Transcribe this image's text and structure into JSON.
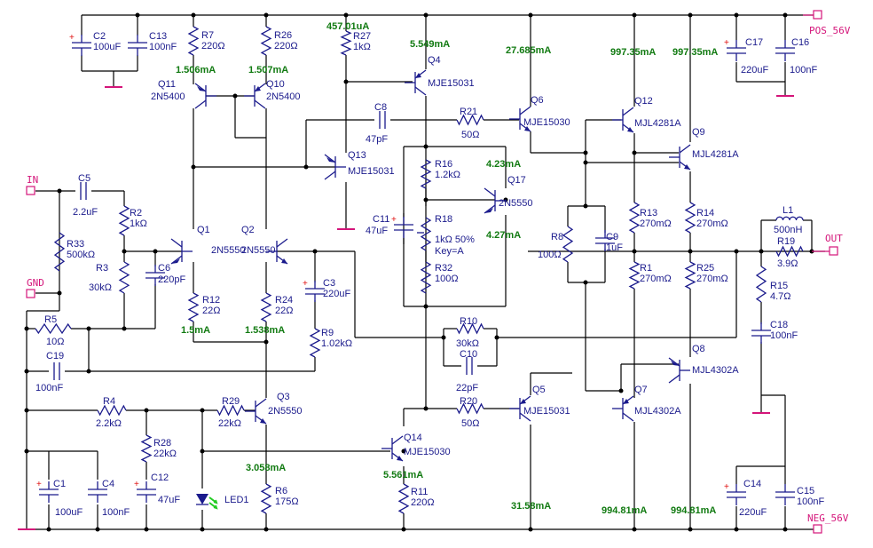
{
  "ports": {
    "pos": "POS_56V",
    "neg": "NEG_56V",
    "in": "IN",
    "gnd": "GND",
    "out": "OUT"
  },
  "components": [
    {
      "ref": "C2",
      "value": "100uF",
      "kind": "cap-pol"
    },
    {
      "ref": "C13",
      "value": "100nF",
      "kind": "cap"
    },
    {
      "ref": "R7",
      "value": "220Ω",
      "kind": "res"
    },
    {
      "ref": "R26",
      "value": "220Ω",
      "kind": "res"
    },
    {
      "ref": "R27",
      "value": "1kΩ",
      "kind": "res"
    },
    {
      "ref": "Q4",
      "value": "MJE15031",
      "kind": "pnp"
    },
    {
      "ref": "Q11",
      "value": "2N5400",
      "kind": "pnp"
    },
    {
      "ref": "Q10",
      "value": "2N5400",
      "kind": "pnp"
    },
    {
      "ref": "C8",
      "value": "47pF",
      "kind": "cap"
    },
    {
      "ref": "R21",
      "value": "50Ω",
      "kind": "res"
    },
    {
      "ref": "Q6",
      "value": "MJE15030",
      "kind": "npn"
    },
    {
      "ref": "Q12",
      "value": "MJL4281A",
      "kind": "npn"
    },
    {
      "ref": "Q9",
      "value": "MJL4281A",
      "kind": "npn"
    },
    {
      "ref": "C17",
      "value": "220uF",
      "kind": "cap-pol"
    },
    {
      "ref": "C16",
      "value": "100nF",
      "kind": "cap"
    },
    {
      "ref": "Q13",
      "value": "MJE15031",
      "kind": "pnp"
    },
    {
      "ref": "R16",
      "value": "1.2kΩ",
      "kind": "res"
    },
    {
      "ref": "Q17",
      "value": "2N5550",
      "kind": "npn"
    },
    {
      "ref": "C5",
      "value": "2.2uF",
      "kind": "cap"
    },
    {
      "ref": "R2",
      "value": "1kΩ",
      "kind": "res"
    },
    {
      "ref": "R33",
      "value": "500kΩ",
      "kind": "res"
    },
    {
      "ref": "R3",
      "value": "30kΩ",
      "kind": "res"
    },
    {
      "ref": "C6",
      "value": "220pF",
      "kind": "cap"
    },
    {
      "ref": "Q1",
      "value": "2N5550",
      "kind": "npn"
    },
    {
      "ref": "Q2",
      "value": "2N5550",
      "kind": "npn"
    },
    {
      "ref": "C11",
      "value": "47uF",
      "kind": "cap-pol"
    },
    {
      "ref": "R18",
      "value": "1kΩ 50%",
      "extra": "Key=A",
      "kind": "pot"
    },
    {
      "ref": "R8",
      "value": "100Ω",
      "kind": "res"
    },
    {
      "ref": "C9",
      "value": "1uF",
      "kind": "cap"
    },
    {
      "ref": "R13",
      "value": "270mΩ",
      "kind": "res"
    },
    {
      "ref": "R14",
      "value": "270mΩ",
      "kind": "res"
    },
    {
      "ref": "L1",
      "value": "500nH",
      "kind": "ind"
    },
    {
      "ref": "R19",
      "value": "3.9Ω",
      "kind": "res"
    },
    {
      "ref": "C3",
      "value": "220uF",
      "kind": "cap-pol"
    },
    {
      "ref": "R32",
      "value": "100Ω",
      "kind": "res"
    },
    {
      "ref": "R1",
      "value": "270mΩ",
      "kind": "res"
    },
    {
      "ref": "R25",
      "value": "270mΩ",
      "kind": "res"
    },
    {
      "ref": "R15",
      "value": "4.7Ω",
      "kind": "res"
    },
    {
      "ref": "R12",
      "value": "22Ω",
      "kind": "res"
    },
    {
      "ref": "R24",
      "value": "22Ω",
      "kind": "res"
    },
    {
      "ref": "C18",
      "value": "100nF",
      "kind": "cap"
    },
    {
      "ref": "R5",
      "value": "10Ω",
      "kind": "res"
    },
    {
      "ref": "R9",
      "value": "1.02kΩ",
      "kind": "res"
    },
    {
      "ref": "R10",
      "value": "30kΩ",
      "kind": "res"
    },
    {
      "ref": "C19",
      "value": "100nF",
      "kind": "cap"
    },
    {
      "ref": "Q8",
      "value": "MJL4302A",
      "kind": "pnp"
    },
    {
      "ref": "C10",
      "value": "22pF",
      "kind": "cap"
    },
    {
      "ref": "R4",
      "value": "2.2kΩ",
      "kind": "res"
    },
    {
      "ref": "R29",
      "value": "22kΩ",
      "kind": "res"
    },
    {
      "ref": "Q3",
      "value": "2N5550",
      "kind": "npn"
    },
    {
      "ref": "Q5",
      "value": "MJE15031",
      "kind": "pnp"
    },
    {
      "ref": "Q7",
      "value": "MJL4302A",
      "kind": "pnp"
    },
    {
      "ref": "R20",
      "value": "50Ω",
      "kind": "res"
    },
    {
      "ref": "R28",
      "value": "22kΩ",
      "kind": "res"
    },
    {
      "ref": "Q14",
      "value": "MJE15030",
      "kind": "npn"
    },
    {
      "ref": "C1",
      "value": "100uF",
      "kind": "cap-pol"
    },
    {
      "ref": "C4",
      "value": "100nF",
      "kind": "cap"
    },
    {
      "ref": "C12",
      "value": "47uF",
      "kind": "cap-pol"
    },
    {
      "ref": "LED1",
      "value": "",
      "kind": "led"
    },
    {
      "ref": "R6",
      "value": "175Ω",
      "kind": "res"
    },
    {
      "ref": "R11",
      "value": "220Ω",
      "kind": "res"
    },
    {
      "ref": "C14",
      "value": "220uF",
      "kind": "cap-pol"
    },
    {
      "ref": "C15",
      "value": "100nF",
      "kind": "cap"
    }
  ],
  "currents": {
    "r27": "457.01uA",
    "q4": "5.549mA",
    "q6": "27.685mA",
    "q12": "997.35mA",
    "q9": "997.35mA",
    "r7": "1.506mA",
    "r26": "1.507mA",
    "q17e": "4.23mA",
    "q17c": "4.27mA",
    "r12": "1.5mA",
    "r24": "1.538mA",
    "q3": "3.058mA",
    "q14": "5.561mA",
    "q5": "31.58mA",
    "q7": "994.81mA",
    "q8": "994.81mA"
  },
  "colors": {
    "wire": "#000000",
    "component": "#1a1a8c",
    "current": "#117a11",
    "port": "#d4157a",
    "polarity": "#e01010",
    "led_arrow": "#22cc22"
  }
}
